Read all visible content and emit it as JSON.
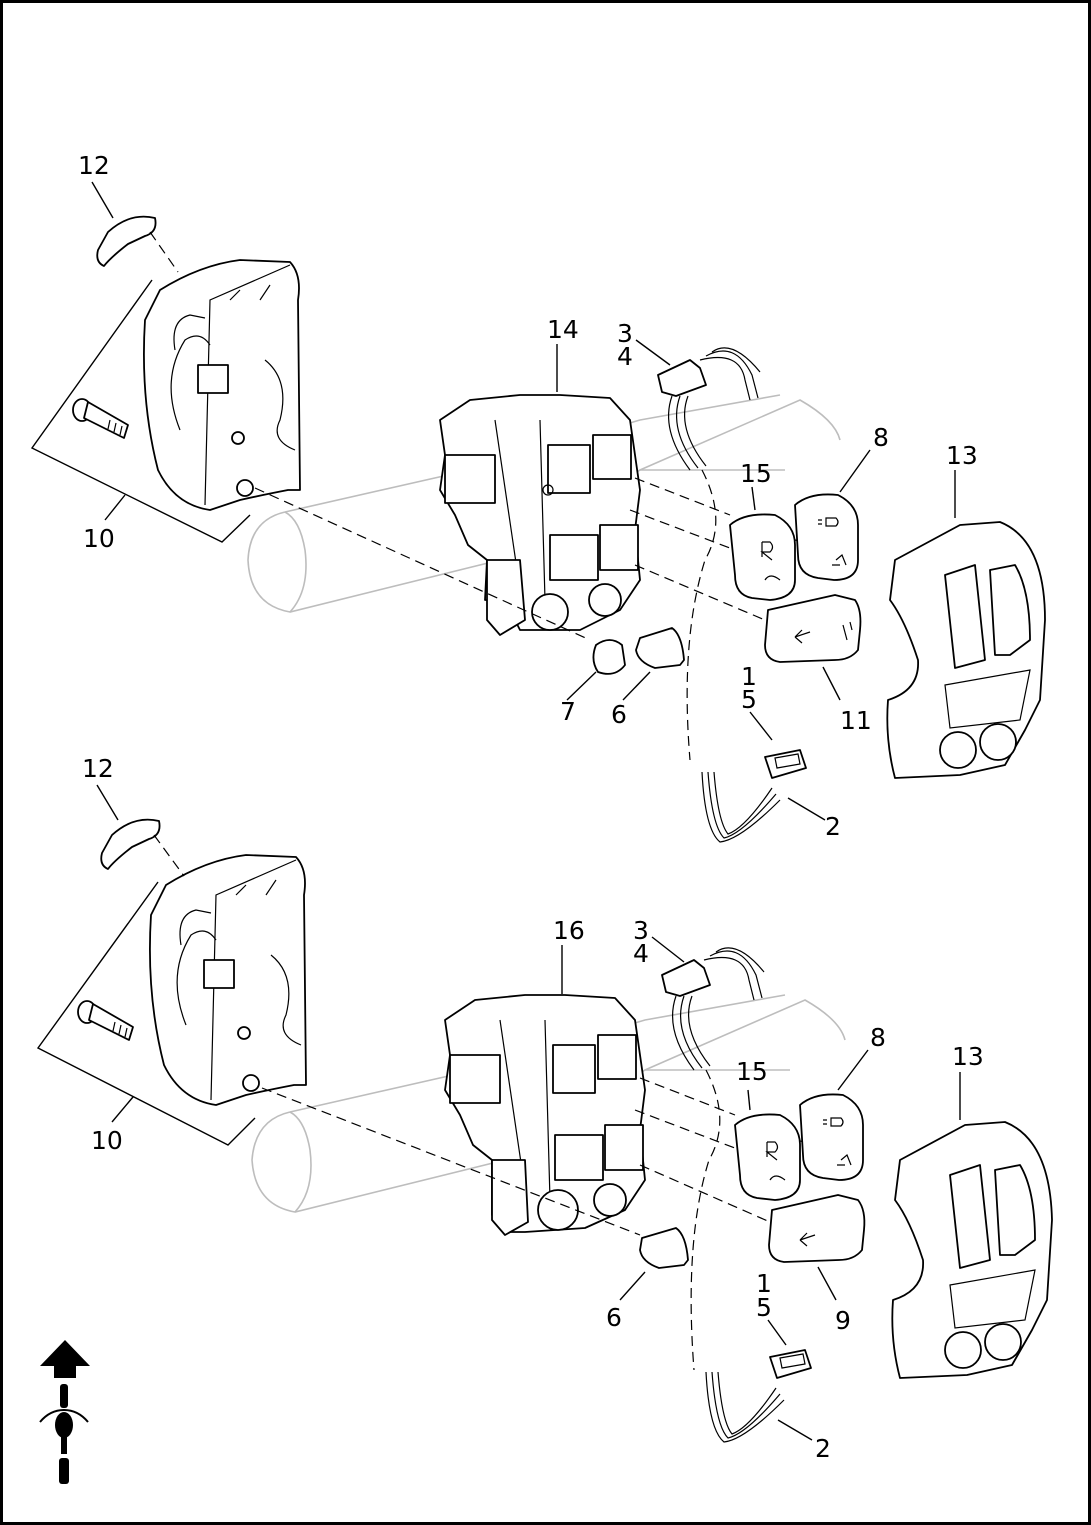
{
  "upper_assembly": {
    "callouts": {
      "c12": "12",
      "c10": "10",
      "c14": "14",
      "c3": "3",
      "c4": "4",
      "c8": "8",
      "c15": "15",
      "c13": "13",
      "c7": "7",
      "c6": "6",
      "c1": "1",
      "c5": "5",
      "c11": "11",
      "c2": "2"
    }
  },
  "lower_assembly": {
    "callouts": {
      "c12": "12",
      "c10": "10",
      "c16": "16",
      "c3": "3",
      "c4": "4",
      "c8": "8",
      "c15": "15",
      "c13": "13",
      "c6": "6",
      "c1": "1",
      "c5": "5",
      "c9": "9",
      "c2": "2"
    }
  },
  "icons": {
    "forward": "arrow-up-icon",
    "motorcycle": "motorcycle-top-view-icon"
  }
}
